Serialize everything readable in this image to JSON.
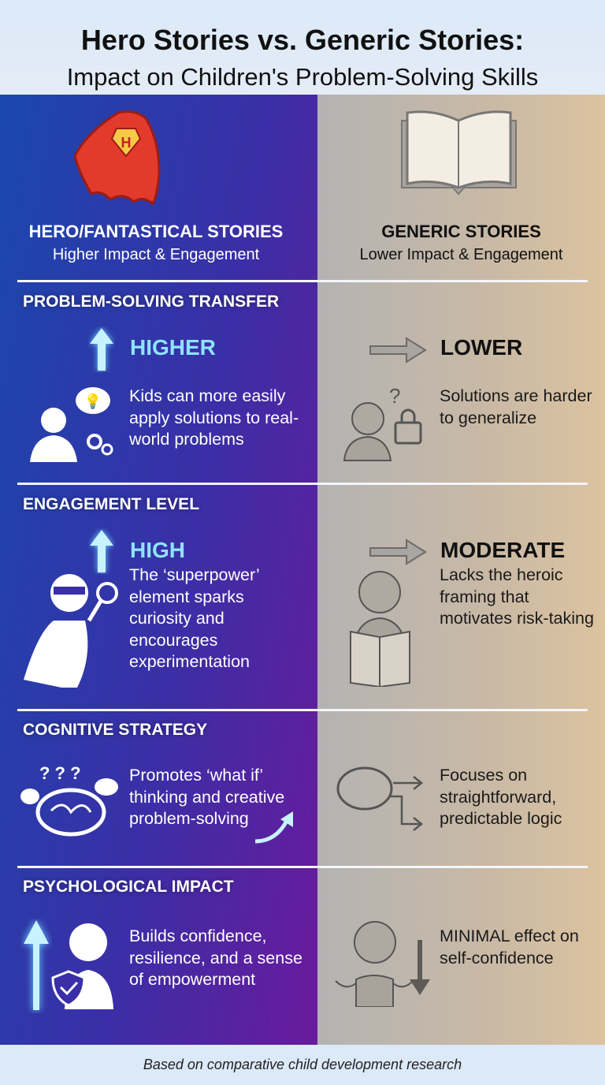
{
  "title": "Hero Stories vs. Generic Stories:",
  "subtitle": "Impact on Children's Problem-Solving Skills",
  "columns": {
    "hero": {
      "title": "HERO/FANTASTICAL STORIES",
      "subtitle": "Higher Impact & Engagement",
      "icon": "cape-icon"
    },
    "generic": {
      "title": "GENERIC STORIES",
      "subtitle": "Lower Impact & Engagement",
      "icon": "book-icon"
    }
  },
  "sections": [
    {
      "title": "PROBLEM-SOLVING TRANSFER",
      "hero_verdict": "HIGHER",
      "hero_text": "Kids can more easily apply solutions to real-world problems",
      "generic_verdict": "LOWER",
      "generic_text": "Solutions are harder to generalize"
    },
    {
      "title": "ENGAGEMENT LEVEL",
      "hero_verdict": "HIGH",
      "hero_text": "The ‘superpower’ element sparks curiosity and encourages experimentation",
      "generic_verdict": "MODERATE",
      "generic_text": "Lacks the heroic framing that motivates risk-taking"
    },
    {
      "title": "COGNITIVE STRATEGY",
      "hero_text": "Promotes ‘what if’ thinking and creative problem-solving",
      "generic_text": "Focuses on straightforward, predictable logic"
    },
    {
      "title": "PSYCHOLOGICAL IMPACT",
      "hero_text": "Builds confidence, resilience, and a sense of empowerment",
      "generic_text": "MINIMAL effect on self-confidence"
    }
  ],
  "footer": "Based on comparative child development research",
  "colors": {
    "hero_start": "#1a48ad",
    "hero_end": "#6a1a9c",
    "generic_start": "#b4b3b3",
    "generic_end": "#dcc3a0",
    "accent": "#8fe2ff"
  }
}
